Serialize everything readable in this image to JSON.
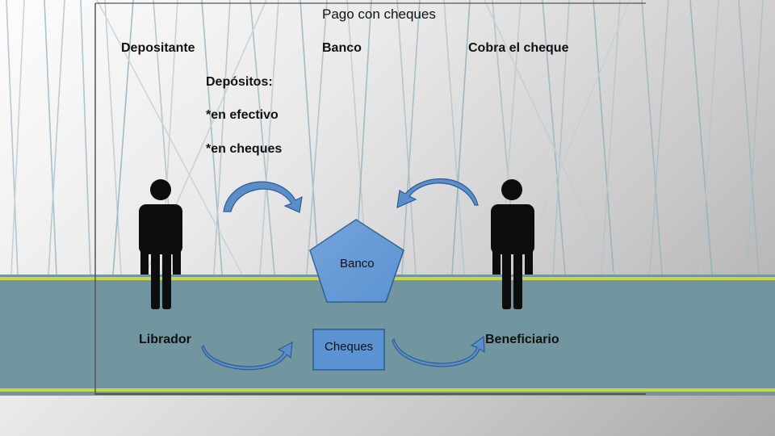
{
  "slide": {
    "title": "Pago con cheques"
  },
  "headers": {
    "depositor": "Depositante",
    "bank": "Banco",
    "cashes_check": "Cobra el cheque"
  },
  "deposits": {
    "heading": "Depósitos:",
    "cash": "*en efectivo",
    "checks": "*en cheques"
  },
  "nodes": {
    "drawer": "Librador",
    "beneficiary": "Beneficiario",
    "bank_shape": "Banco",
    "checks_box": "Cheques"
  },
  "colors": {
    "band": "#72969f",
    "band_stripe": "#c9d44a",
    "shape_fill": "#5b93d3",
    "shape_stroke": "#2c5a92",
    "arrow_fill": "#5b8ec9",
    "arrow_stroke": "#2a5c94",
    "person": "#0d0d0d"
  }
}
